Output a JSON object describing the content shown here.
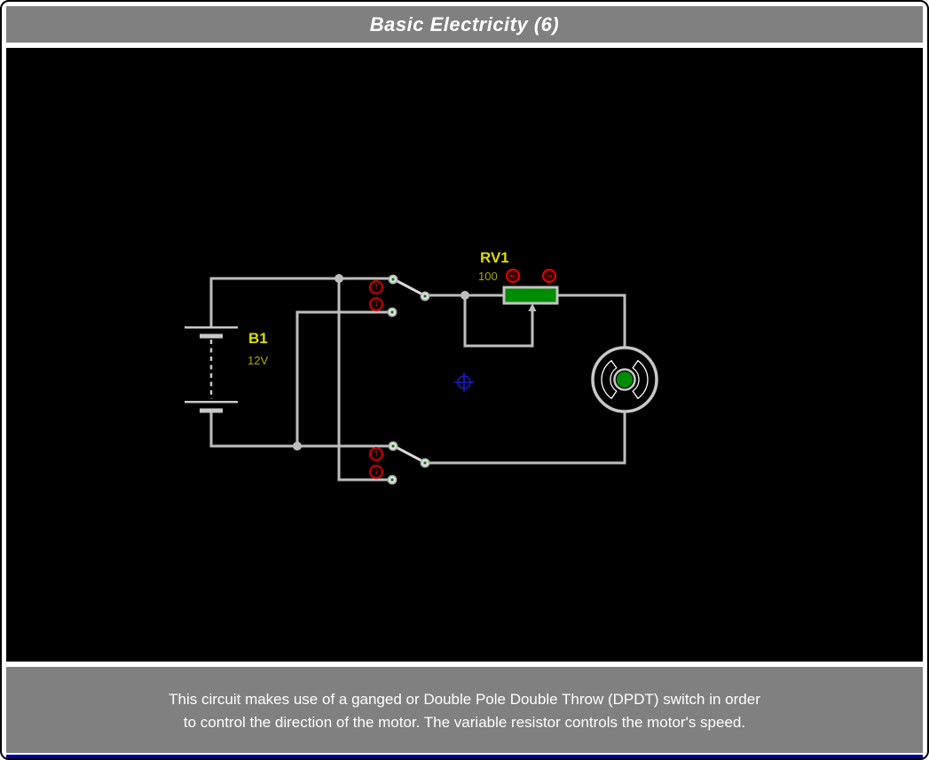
{
  "window": {
    "title": "Basic Electricity (6)"
  },
  "footer": {
    "line1": "This circuit makes use of a ganged or Double Pole Double Throw (DPDT) switch in order",
    "line2": "to control the direction of the motor. The variable resistor controls the motor's speed."
  },
  "components": {
    "battery": {
      "ref": "B1",
      "value": "12V"
    },
    "potentiometer": {
      "ref": "RV1",
      "value": "100"
    }
  },
  "icons": {
    "up": "↑",
    "down": "↓",
    "left": "←",
    "right": "→"
  },
  "colors": {
    "canvas": "#000000",
    "panel_gray": "#808080",
    "wire_gray": "#BEBEBE",
    "component_green": "#008C00",
    "ref_yellow": "#DCDC00",
    "value_yellow": "#A8A800",
    "actuator_red": "#C80000",
    "origin_blue": "#1A1ACC",
    "accent_bar_blue": "#0000A0"
  }
}
